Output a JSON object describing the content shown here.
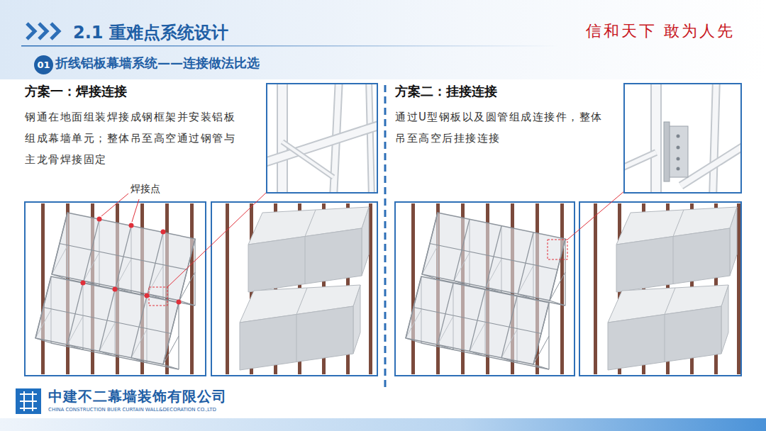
{
  "diagram": {
    "title": "2.1 重难点系统设计",
    "nodes": [
      {
        "text": [
          "01"
        ]
      }
    ],
    "labels": [
      "信和天下 敢为人先",
      "折线铝板幕墙系统——连接做法比选",
      "方案一：焊接连接",
      "钢通在地面组装焊接成钢框架并安装铝板组成幕墙单元；整体吊至高空通过钢管与主龙骨焊接固定",
      "焊接点",
      "方案二：挂接连接",
      "通过U型钢板以及圆管组成连接件，整体吊至高空后挂接连接",
      "中建不二幕墙装饰有限公司",
      "CHINA CONSTRUCTION BUER CURTAIN WALL&DECORATION CO.,LTD"
    ]
  }
}
